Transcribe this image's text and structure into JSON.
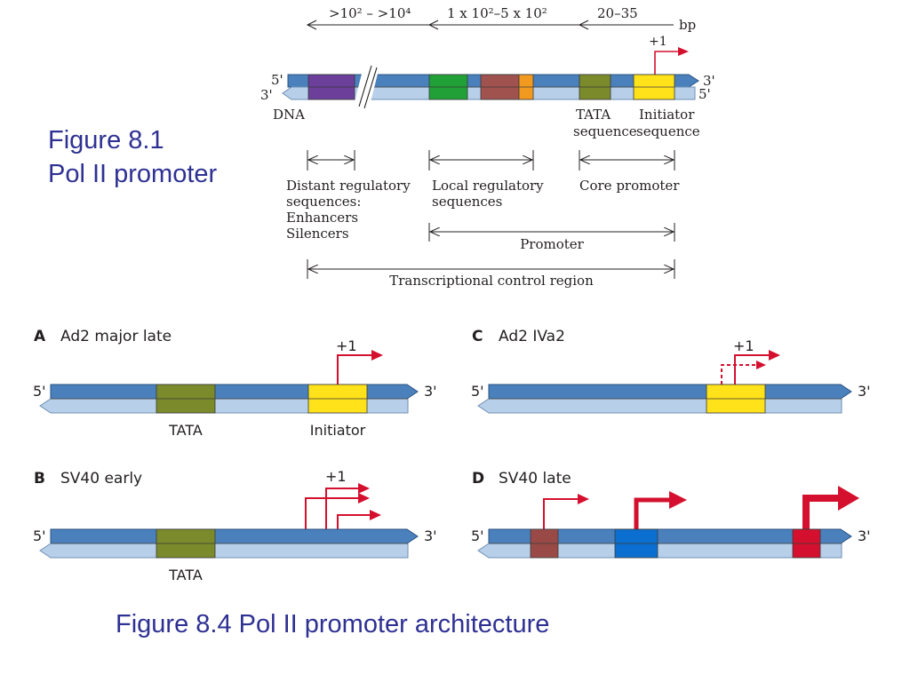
{
  "captions": {
    "fig81_line1": "Figure 8.1",
    "fig81_line2": "Pol II promoter",
    "fig84": "Figure 8.4  Pol II promoter architecture"
  },
  "top_diagram": {
    "distances": {
      "far": ">10² – >10⁴",
      "mid": "1 x 10²–5 x 10²",
      "near": "20–35",
      "unit": "bp"
    },
    "start_site": "+1",
    "ends": {
      "top_left": "5'",
      "top_right": "3'",
      "bottom_left": "3'",
      "bottom_right": "5'"
    },
    "dna_label": "DNA",
    "tata_line1": "TATA",
    "tata_line2": "sequence",
    "initiator_line1": "Initiator",
    "initiator_line2": "sequence",
    "distant_lines": [
      "Distant regulatory",
      "sequences:",
      "Enhancers",
      "Silencers"
    ],
    "local_lines": [
      "Local regulatory",
      "sequences"
    ],
    "core_promoter": "Core promoter",
    "promoter": "Promoter",
    "transcriptional_control_region": "Transcriptional control region",
    "colors": {
      "distant_element": "#6b3f9a",
      "local_green": "#21a038",
      "local_brown": "#a0524e",
      "local_orange": "#f29a1f",
      "tata": "#7b8a2a",
      "initiator": "#ffe21a"
    }
  },
  "panels": {
    "A": {
      "letter": "A",
      "title": "Ad2 major late",
      "start_site": "+1",
      "end_left": "5'",
      "end_right": "3'",
      "tata_label": "TATA",
      "initiator_label": "Initiator"
    },
    "B": {
      "letter": "B",
      "title": "SV40 early",
      "start_site": "+1",
      "end_left": "5'",
      "end_right": "3'",
      "tata_label": "TATA"
    },
    "C": {
      "letter": "C",
      "title": "Ad2 IVa2",
      "start_site": "+1",
      "end_left": "5'",
      "end_right": "3'"
    },
    "D": {
      "letter": "D",
      "title": "SV40 late",
      "end_left": "5'",
      "end_right": "3'",
      "colors": {
        "box1": "#9a4a46",
        "box2": "#0a6fd0",
        "box3": "#d4102e"
      }
    }
  }
}
